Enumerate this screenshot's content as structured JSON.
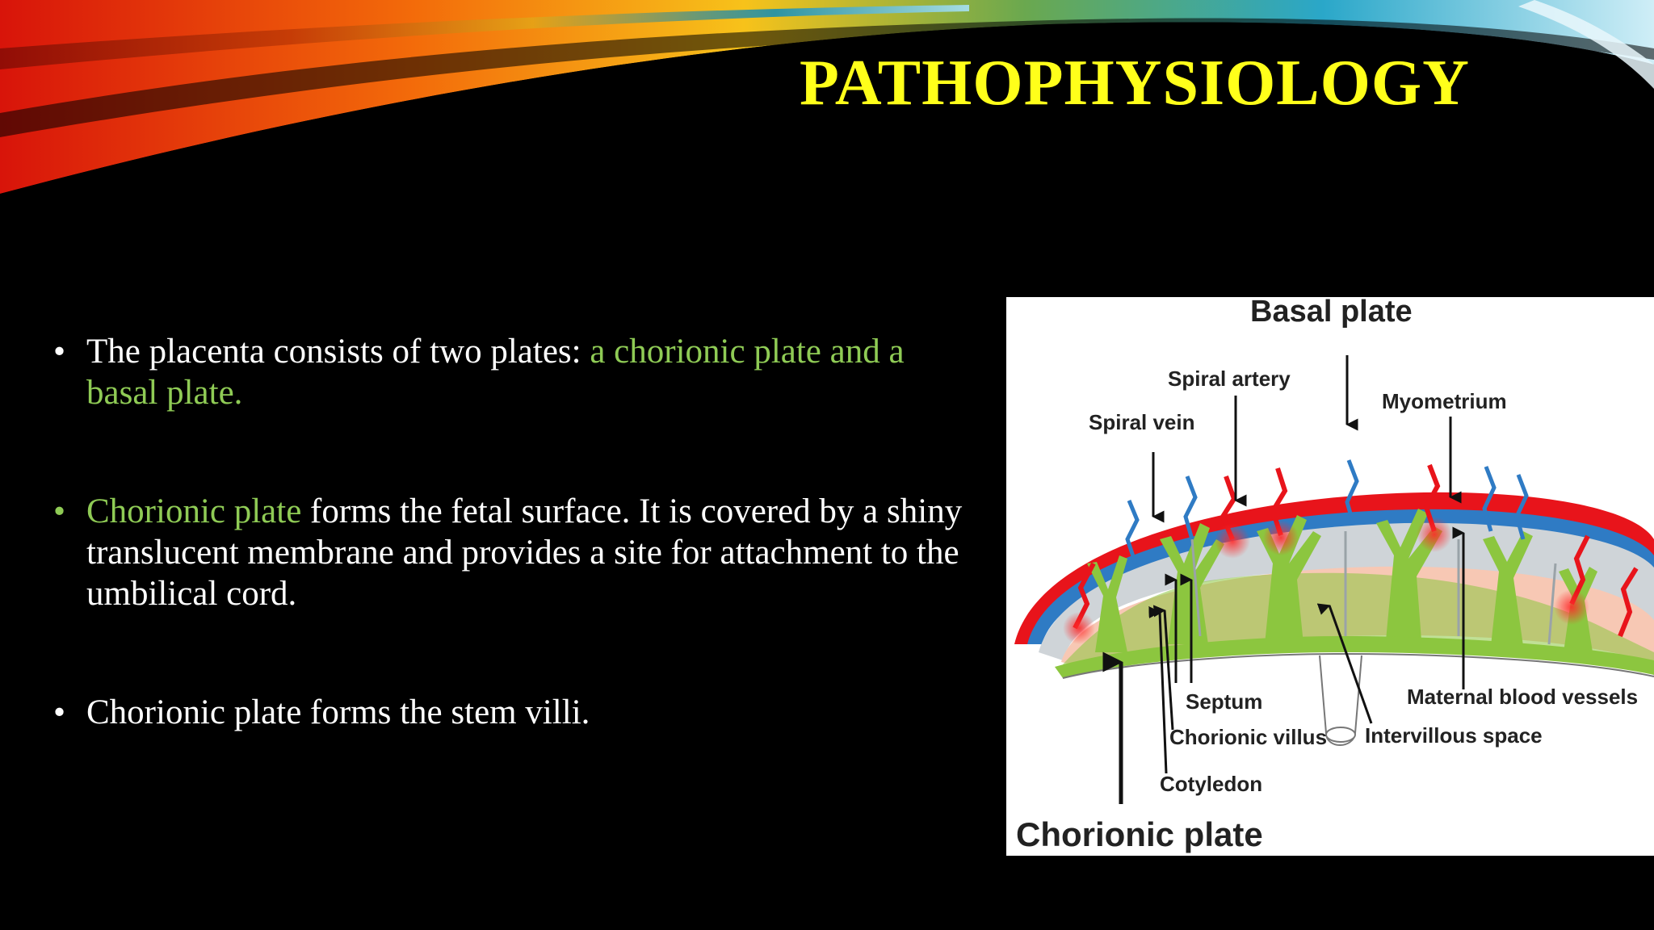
{
  "slide": {
    "title": "PATHOPHYSIOLOGY",
    "bullets": [
      {
        "marker": "•",
        "segments": [
          {
            "text": " The placenta consists of two plates: ",
            "style": "normal"
          },
          {
            "text": "a chorionic plate and a basal plate.",
            "style": "green"
          }
        ]
      },
      {
        "marker": "•",
        "segments": [
          {
            "text": "Chorionic plate",
            "style": "green"
          },
          {
            "text": " forms the fetal surface. It is covered by a shiny translucent membrane and provides a site for attachment to the umbilical cord.",
            "style": "normal"
          }
        ]
      },
      {
        "marker": "•",
        "segments": [
          {
            "text": "Chorionic plate forms the stem villi.",
            "style": "normal"
          }
        ]
      }
    ]
  },
  "figure": {
    "labels": {
      "basal_plate": "Basal plate",
      "spiral_artery": "Spiral artery",
      "myometrium": "Myometrium",
      "spiral_vein": "Spiral vein",
      "septum": "Septum",
      "maternal_blood_vessels": "Maternal blood vessels",
      "chorionic_villus": "Chorionic villus",
      "intervillous_space": "Intervillous space",
      "cotyledon": "Cotyledon",
      "chorionic_plate": "Chorionic plate"
    }
  },
  "colors": {
    "title": "#ffff1a",
    "highlight": "#8fcb55",
    "artery": "#e8141b",
    "vein": "#2f7bc4",
    "villi": "#8cc63f",
    "intervillous": "#f7c8b4"
  }
}
